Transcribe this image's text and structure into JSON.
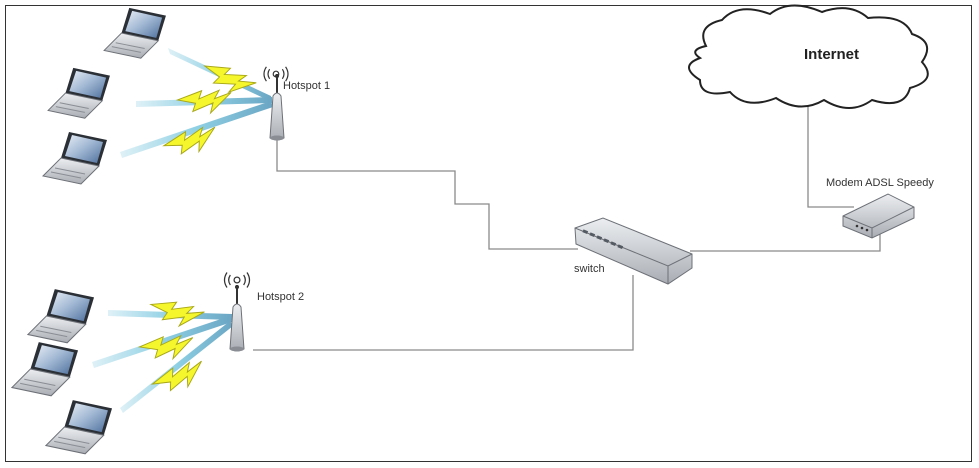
{
  "diagram": {
    "nodes": {
      "internet": {
        "label": "Internet",
        "icon": "cloud-icon"
      },
      "modem": {
        "label": "Modem ADSL Speedy",
        "icon": "modem-icon"
      },
      "switch": {
        "label": "switch",
        "icon": "network-switch-icon"
      },
      "hotspot1": {
        "label": "Hotspot 1",
        "icon": "wireless-access-point-icon"
      },
      "hotspot2": {
        "label": "Hotspot 2",
        "icon": "wireless-access-point-icon"
      },
      "laptops": {
        "icon": "laptop-icon",
        "count_per_hotspot": 3
      }
    },
    "connections": [
      {
        "from": "internet",
        "to": "modem",
        "type": "wired"
      },
      {
        "from": "modem",
        "to": "switch",
        "type": "wired"
      },
      {
        "from": "switch",
        "to": "hotspot1",
        "type": "wired"
      },
      {
        "from": "switch",
        "to": "hotspot2",
        "type": "wired"
      },
      {
        "from": "hotspot1",
        "to": "laptops",
        "type": "wireless",
        "count": 3
      },
      {
        "from": "hotspot2",
        "to": "laptops",
        "type": "wireless",
        "count": 3
      }
    ],
    "colors": {
      "wire": "#8a8a8a",
      "lightning": "#f4f42a",
      "lightning_outline": "#9a9a20",
      "beam": "#7fc8e0",
      "device_gray": "#c9ccd1",
      "screen": "#5a7fb0"
    }
  }
}
